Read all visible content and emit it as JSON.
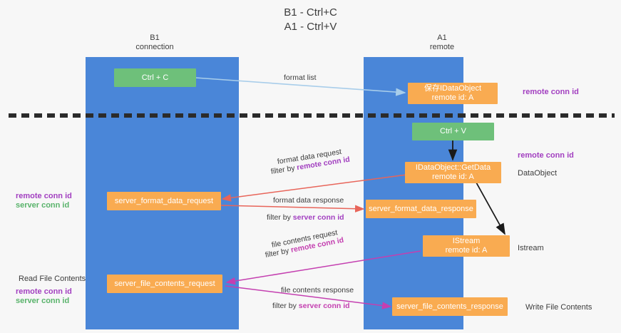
{
  "title": "B1 - Ctrl+C\nA1 - Ctrl+V",
  "lanes": [
    {
      "name": "b1",
      "title": "B1\nconnection"
    },
    {
      "name": "a1",
      "title": "A1\nremote"
    }
  ],
  "nodes": {
    "ctrl_c": "Ctrl + C",
    "ctrl_v": "Ctrl + V",
    "save_idataobject_l1": "保存IDataObject",
    "save_idataobject_l2": "remote id: A",
    "getdata_l1": "IDataObject::GetData",
    "getdata_l2": "remote id: A",
    "istream_l1": "IStream",
    "istream_l2": "remote id: A",
    "server_format_data_request": "server_format_data_request",
    "server_format_data_response": "server_format_data_response",
    "server_file_contents_request": "server_file_contents_request",
    "server_file_contents_response": "server_file_contents_response"
  },
  "edge_labels": {
    "format_list": "format list",
    "format_data_request": "format data request",
    "format_data_request_filter_prefix": "filter by ",
    "format_data_request_filter_key": "remote conn id",
    "format_data_response": "format data response",
    "format_data_response_filter_prefix": "filter by ",
    "format_data_response_filter_key": "server conn id",
    "file_contents_request": "file contents request",
    "file_contents_request_filter_prefix": "filter by ",
    "file_contents_request_filter_key": "remote conn id",
    "file_contents_response": "file contents response",
    "file_contents_response_filter_prefix": "filter by ",
    "file_contents_response_filter_key": "server conn id"
  },
  "annotations": {
    "right_remote_conn_id_top": "remote conn id",
    "right_remote_conn_id_mid": "remote conn id",
    "right_dataobject": "DataObject",
    "right_istream": "Istream",
    "right_write_file_contents": "Write File Contents",
    "left_remote_conn_id_mid": "remote conn id",
    "left_server_conn_id_mid": "server conn id",
    "left_read_file_contents": "Read File Contents",
    "left_remote_conn_id_bot": "remote conn id",
    "left_server_conn_id_bot": "server conn id"
  },
  "colors": {
    "lane": "#4a86d8",
    "node_orange": "#f9ab51",
    "node_green": "#6ec07a",
    "arrow_lightblue": "#a8cdea",
    "arrow_red": "#e8655a",
    "arrow_magenta": "#c43fb0",
    "arrow_black": "#1a1a1a",
    "text_purple": "#a23fc0",
    "text_green": "#59b36b",
    "background": "#f7f7f7"
  }
}
